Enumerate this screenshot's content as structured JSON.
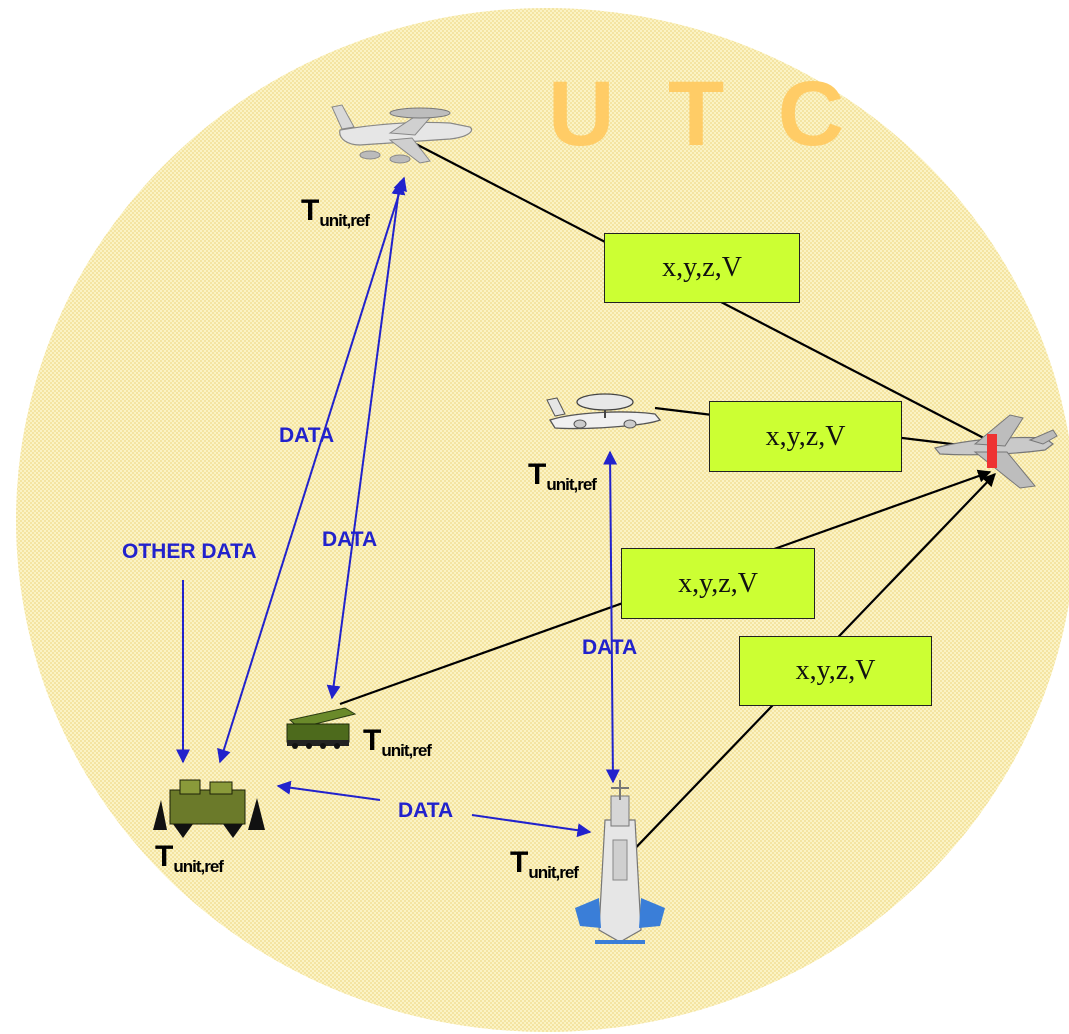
{
  "title": "U T C",
  "colors": {
    "circle_fill": "#fbf3c4",
    "circle_dots": "#f0dc8a",
    "title": "#ffcc66",
    "data_arrow": "#2222cc",
    "link_line": "#000000",
    "box_fill": "#ccff33"
  },
  "boxes": [
    {
      "label": "x,y,z,V"
    },
    {
      "label": "x,y,z,V"
    },
    {
      "label": "x,y,z,V"
    },
    {
      "label": "x,y,z,V"
    }
  ],
  "data_labels": [
    {
      "text": "DATA"
    },
    {
      "text": "DATA"
    },
    {
      "text": "OTHER DATA"
    },
    {
      "text": "DATA"
    },
    {
      "text": "DATA"
    }
  ],
  "tref": [
    {
      "main": "T",
      "sub": "unit,ref"
    },
    {
      "main": "T",
      "sub": "unit,ref"
    },
    {
      "main": "T",
      "sub": "unit,ref"
    },
    {
      "main": "T",
      "sub": "unit,ref"
    },
    {
      "main": "T",
      "sub": "unit,ref"
    }
  ],
  "nodes": [
    {
      "icon": "awacs-aircraft-icon"
    },
    {
      "icon": "hawkeye-aircraft-icon"
    },
    {
      "icon": "fighter-jet-icon"
    },
    {
      "icon": "missile-launcher-vehicle-icon"
    },
    {
      "icon": "ground-command-station-icon"
    },
    {
      "icon": "warship-icon"
    }
  ]
}
